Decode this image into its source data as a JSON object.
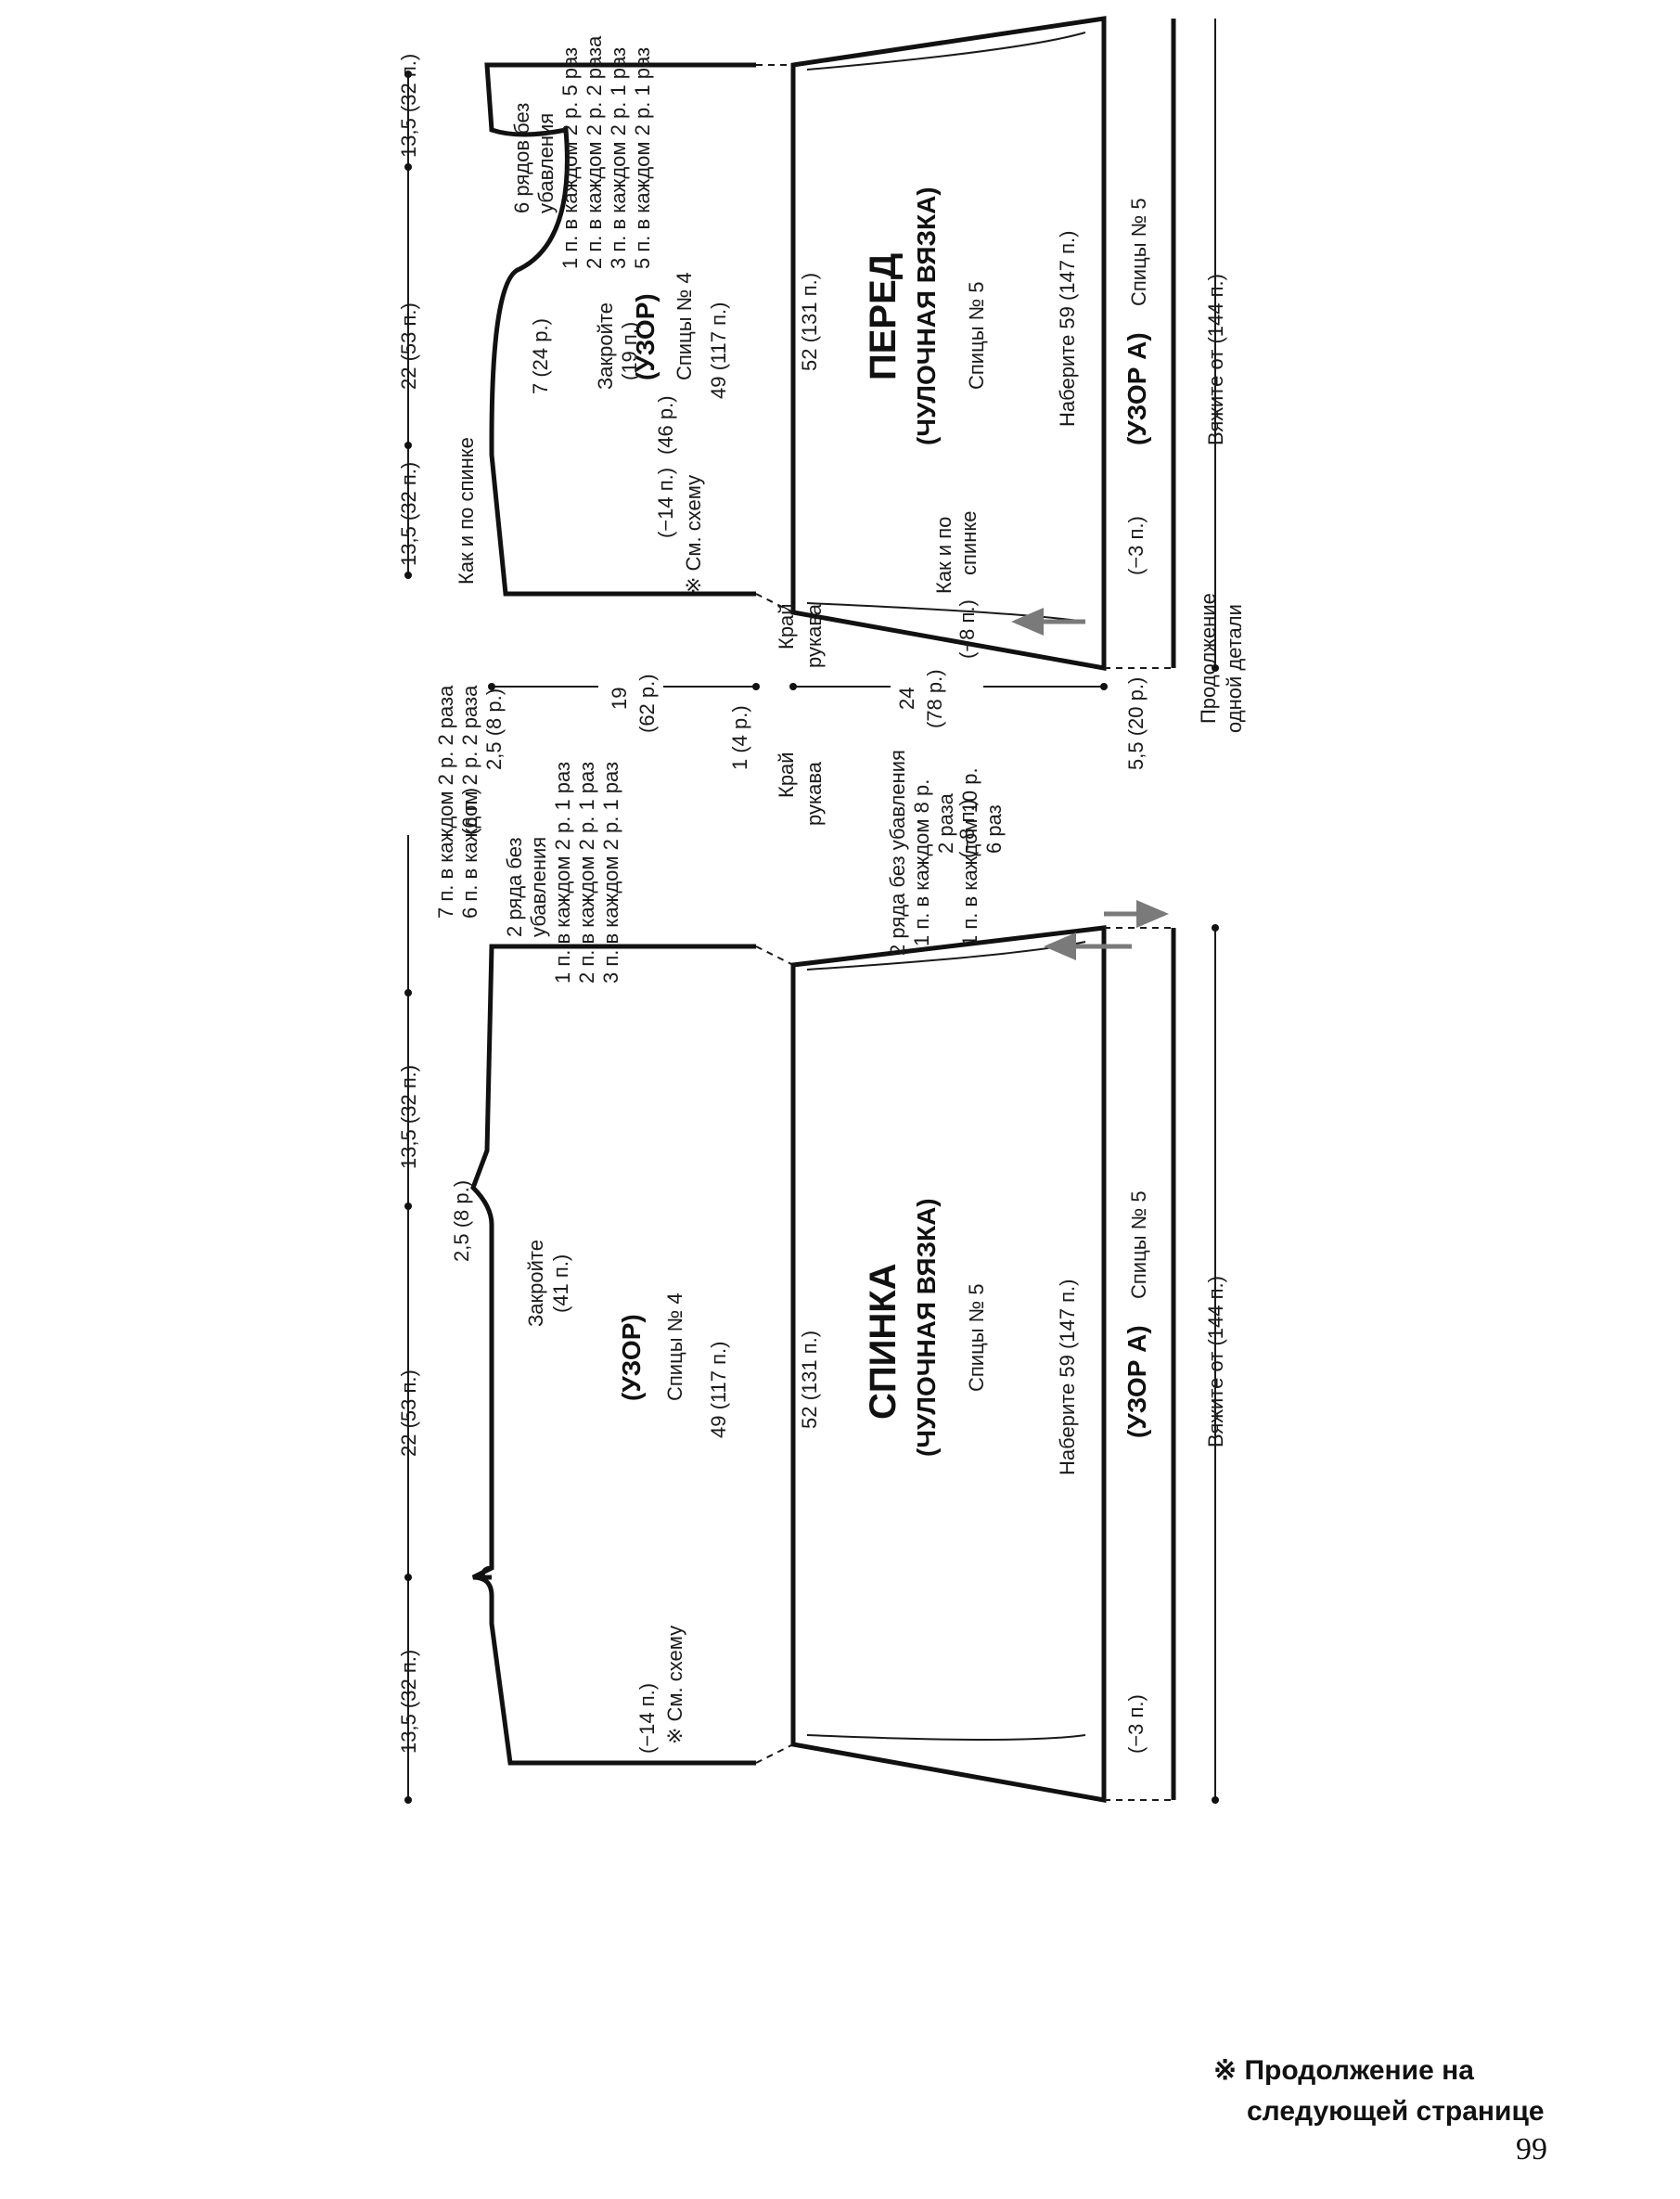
{
  "back": {
    "title": "СПИНКА",
    "subtitle": "(ЧУЛОЧНАЯ ВЯЗКА)",
    "needles_body": "Спицы № 5",
    "yoke_pattern": "(УЗОР)",
    "needles_yoke": "Спицы № 4",
    "width_top": "49 (117 п.)",
    "width_body": "52 (131 п.)",
    "cast_on": "Наберите 59 (147 п.)",
    "rib_pattern": "(УЗОР A)",
    "needles_rib": "Спицы № 5",
    "knit_from": "Вяжите от (144 п.)",
    "neck_close": [
      "Закройте",
      "(41 п.)"
    ],
    "neck_depth": "2,5 (8 р.)",
    "neck_decrease": [
      "2 ряда без",
      "убавления",
      "1 п. в каждом 2 р. 1 раз",
      "2 п. в каждом 2 р. 1 раз",
      "3 п. в каждом 2 р. 1 раз"
    ],
    "shoulder_decrease": [
      "7 п. в каждом 2 р. 2 раза",
      "6 п. в каждом 2 р. 2 раза",
      "(6 п.)"
    ],
    "body_decrease": [
      "2 ряда без убавления",
      "1 п. в каждом 8 р.",
      "2 раза",
      "1 п. в каждом 10 р.",
      "6 раз"
    ],
    "dec_side": "(−14 п.)",
    "see_chart": "※ См. схему",
    "dec_bottom": "(−3 п.)",
    "dec_8": "(−8 п.)",
    "sleeve_edge": [
      "Край",
      "рукава"
    ],
    "top_dims": [
      "13,5 (32 п.)",
      "22 (53 п.)",
      "13,5 (32 п.)"
    ]
  },
  "front": {
    "title": "ПЕРЕД",
    "subtitle": "(ЧУЛОЧНАЯ ВЯЗКА)",
    "needles_body": "Спицы № 5",
    "yoke_pattern": "(УЗОР)",
    "needles_yoke": "Спицы № 4",
    "width_top": "49 (117 п.)",
    "width_body": "52 (131 п.)",
    "cast_on": "Наберите 59 (147 п.)",
    "rib_pattern": "(УЗОР A)",
    "needles_rib": "Спицы № 5",
    "knit_from": "Вяжите от (144 п.)",
    "neck_close": [
      "Закройте",
      "(19 п.)"
    ],
    "neck_depth": "7 (24 р.)",
    "neck_rows": "(46 р.)",
    "neck_decrease": [
      "6 рядов без",
      "убавления",
      "1 п. в каждом 2 р. 5 раз",
      "2 п. в каждом 2 р. 2 раза",
      "3 п. в каждом 2 р. 1 раз",
      "5 п. в каждом 2 р. 1 раз"
    ],
    "as_back": "Как и по спинке",
    "as_back_lower": [
      "Как и по",
      "спинке"
    ],
    "dec_side": "(−14 п.)",
    "see_chart": "※ См. схему",
    "dec_bottom": "(−3 п.)",
    "dec_8": "(−8 п.)",
    "sleeve_edge": [
      "Край",
      "рукава"
    ],
    "top_dims": [
      "13,5 (32 п.)",
      "22 (53 п.)",
      "13,5 (32 п.)"
    ]
  },
  "heights": {
    "shoulder": "2,5 (8 р.)",
    "armhole": [
      "19",
      "(62 р.)"
    ],
    "transition": "1 (4 р.)",
    "body": [
      "24",
      "(78 р.)"
    ],
    "rib": "5,5 (20 р.)"
  },
  "continuation": [
    "Продолжение",
    "одной детали"
  ],
  "footnote": {
    "symbol": "※",
    "line1": "Продолжение на",
    "line2": "следующей странице"
  },
  "page_number": "99"
}
